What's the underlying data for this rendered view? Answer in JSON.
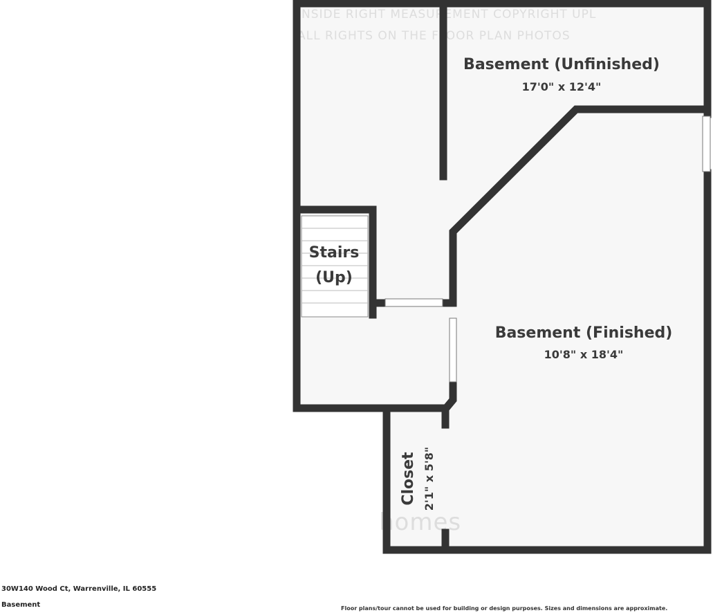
{
  "rooms": {
    "unfinished": {
      "name": "Basement (Unfinished)",
      "dims": "17'0\" x 12'4\""
    },
    "finished": {
      "name": "Basement (Finished)",
      "dims": "10'8\" x 18'4\""
    },
    "stairs": {
      "line1": "Stairs",
      "line2": "(Up)"
    },
    "closet": {
      "name": "Closet",
      "dims": "2'1\" x 5'8\""
    }
  },
  "watermark": {
    "line1": "INSIDE RIGHT MEASUREMENT COPYRIGHT UPL",
    "line2": "ALL RIGHTS ON THE FLOOR PLAN PHOTOS",
    "brand": "homes"
  },
  "footer": {
    "address": "30W140 Wood Ct, Warrenville, IL 60555",
    "level": "Basement",
    "disclaimer": "Floor plans/tour cannot be used for building or design purposes. Sizes and dimensions are approximate."
  },
  "colors": {
    "wall": "#333333",
    "floor": "#f7f7f7",
    "text": "#3a3a3a",
    "stair_line": "#bbbbbb"
  }
}
